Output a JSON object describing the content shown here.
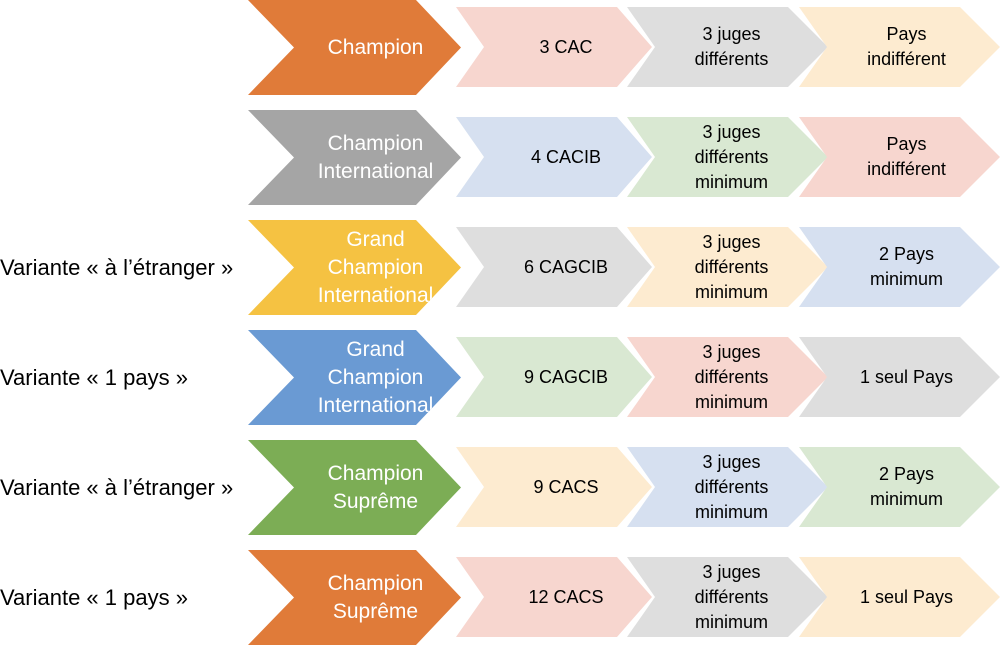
{
  "rows": [
    {
      "variant": "",
      "title": "Champion",
      "title_color": "#e07b39",
      "cells": [
        {
          "text": "3 CAC",
          "color": "#f7d6cf"
        },
        {
          "text": "3 juges\ndifférents",
          "color": "#dedede"
        },
        {
          "text": "Pays\nindifférent",
          "color": "#fdebd0"
        }
      ]
    },
    {
      "variant": "",
      "title": "Champion\nInternational",
      "title_color": "#a5a5a5",
      "cells": [
        {
          "text": "4 CACIB",
          "color": "#d6e0f0"
        },
        {
          "text": "3 juges\ndifférents\nminimum",
          "color": "#d9e8d2"
        },
        {
          "text": "Pays\nindifférent",
          "color": "#f7d6cf"
        }
      ]
    },
    {
      "variant": "Variante « à l’étranger »",
      "title": "Grand\nChampion\nInternational",
      "title_color": "#f5c242",
      "cells": [
        {
          "text": "6 CAGCIB",
          "color": "#dedede"
        },
        {
          "text": "3 juges\ndifférents\nminimum",
          "color": "#fdebd0"
        },
        {
          "text": "2 Pays\nminimum",
          "color": "#d6e0f0"
        }
      ]
    },
    {
      "variant": "Variante « 1 pays »",
      "title": "Grand\nChampion\nInternational",
      "title_color": "#6a9ad3",
      "cells": [
        {
          "text": "9 CAGCIB",
          "color": "#d9e8d2"
        },
        {
          "text": "3 juges\ndifférents\nminimum",
          "color": "#f7d6cf"
        },
        {
          "text": "1 seul Pays",
          "color": "#dedede"
        }
      ]
    },
    {
      "variant": "Variante « à l’étranger »",
      "title": "Champion\nSuprême",
      "title_color": "#7cad55",
      "cells": [
        {
          "text": "9 CACS",
          "color": "#fdebd0"
        },
        {
          "text": "3 juges\ndifférents\nminimum",
          "color": "#d6e0f0"
        },
        {
          "text": "2 Pays\nminimum",
          "color": "#d9e8d2"
        }
      ]
    },
    {
      "variant": "Variante « 1 pays »",
      "title": "Champion\nSuprême",
      "title_color": "#e07b39",
      "cells": [
        {
          "text": "12 CACS",
          "color": "#f7d6cf"
        },
        {
          "text": "3 juges\ndifférents\nminimum",
          "color": "#dedede"
        },
        {
          "text": "1 seul Pays",
          "color": "#fdebd0"
        }
      ]
    }
  ]
}
